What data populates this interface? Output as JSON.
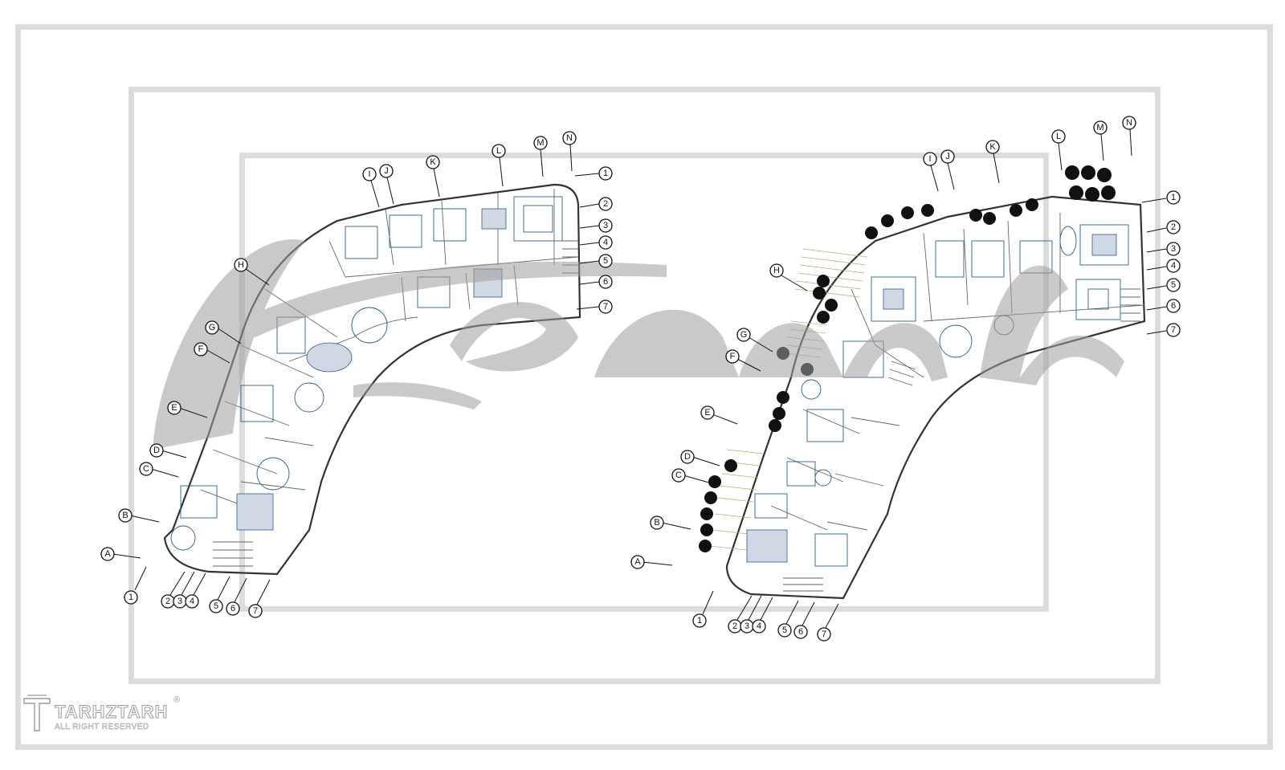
{
  "drawing": {
    "left_plan": {
      "grid_letters": [
        "A",
        "B",
        "C",
        "D",
        "E",
        "F",
        "G",
        "H",
        "I",
        "J",
        "K",
        "L",
        "M",
        "N"
      ],
      "grid_numbers_top": [
        "1",
        "2",
        "3",
        "4",
        "5",
        "6",
        "7"
      ],
      "grid_numbers_bottom": [
        "1",
        "2",
        "3",
        "4",
        "5",
        "6",
        "7"
      ]
    },
    "right_plan": {
      "grid_letters": [
        "A",
        "B",
        "C",
        "D",
        "E",
        "F",
        "G",
        "H",
        "I",
        "J",
        "K",
        "L",
        "M",
        "N"
      ],
      "grid_numbers_top": [
        "1",
        "2",
        "3",
        "4",
        "5",
        "6",
        "7"
      ],
      "grid_numbers_bottom": [
        "1",
        "2",
        "3",
        "4",
        "5",
        "6",
        "7"
      ]
    }
  },
  "logo": {
    "name": "TARHZTARH",
    "tagline": "ALL RIGHT RESERVED",
    "registered_mark": "®"
  },
  "colors": {
    "frame": "#dcdcdc",
    "walls": "#333333",
    "furniture": "#2f5d8a",
    "watermark": "#9e9e9e",
    "trees": "#111111"
  }
}
